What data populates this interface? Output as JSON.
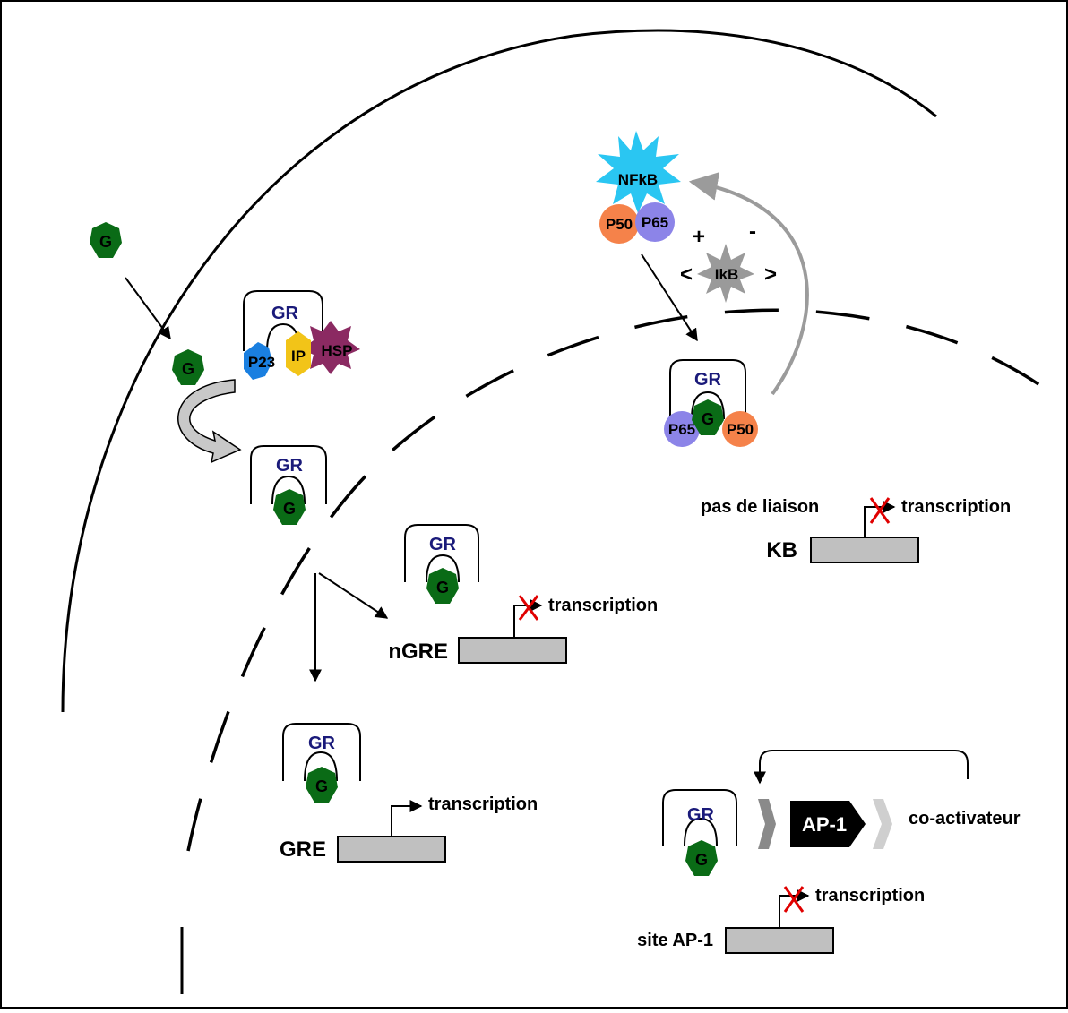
{
  "labels": {
    "G": "G",
    "GR": "GR",
    "P23": "P23",
    "IP": "IP",
    "HSP": "HSP",
    "NFkB": "NFkB",
    "IkB": "IkB",
    "P50": "P50",
    "P65": "P65",
    "plus": "+",
    "minus": "-",
    "transcription": "transcription",
    "GRE": "GRE",
    "nGRE": "nGRE",
    "KB": "KB",
    "pas_de_liaison": "pas de liaison",
    "AP1": "AP-1",
    "co_activateur": "co-activateur",
    "site_AP1": "site AP-1"
  },
  "colors": {
    "ligand_green": "#0a6b16",
    "receptor_navy": "#1a1a7a",
    "p23_blue": "#1a7fe0",
    "ip_yellow": "#f2c418",
    "hsp_purple": "#8b2a62",
    "nfkb_cyan": "#2ac6f2",
    "p50_orange": "#f5824a",
    "p65_lilac": "#8c84e8",
    "ikb_grey": "#9a9a9a",
    "promoter_grey": "#c0c0c0",
    "block_red": "#e00000",
    "arrow_grey": "#9b9b9b"
  }
}
